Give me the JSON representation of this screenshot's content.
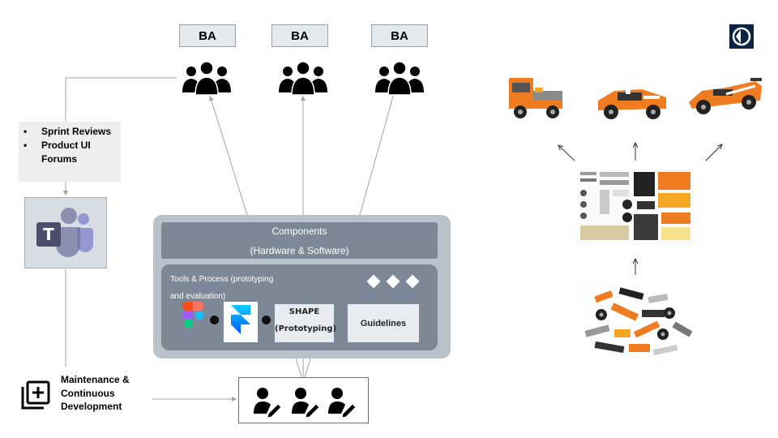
{
  "ba_labels": [
    "BA",
    "BA",
    "BA"
  ],
  "feedback": {
    "items": [
      "Sprint Reviews",
      "Product UI",
      "Forums"
    ]
  },
  "maintenance": {
    "lines": [
      "Maintenance &",
      "Continuous",
      "Development"
    ]
  },
  "components": {
    "line1": "Components",
    "line2": "(Hardware & Software)"
  },
  "tools": {
    "line1": "Tools & Process (prototyping",
    "line2": "and evaluation)"
  },
  "shape": {
    "line1": "SHAPE",
    "line2": "(Prototyping)"
  },
  "guidelines": "Guidelines",
  "icons": [
    "people-group-icon",
    "teams-icon",
    "add-stack-icon",
    "figma-icon",
    "framer-icon",
    "link-icon",
    "person-edit-icon",
    "brand-logo-icon",
    "diamond-icon",
    "arrow-icon"
  ],
  "colors": {
    "panel_outer": "#b9c2cb",
    "panel_inner": "#7d8896",
    "ba_box": "#e4e9ee",
    "teams_bg": "#d7dde3",
    "lego_orange": "#f07c22",
    "brand_navy": "#0c2341"
  }
}
